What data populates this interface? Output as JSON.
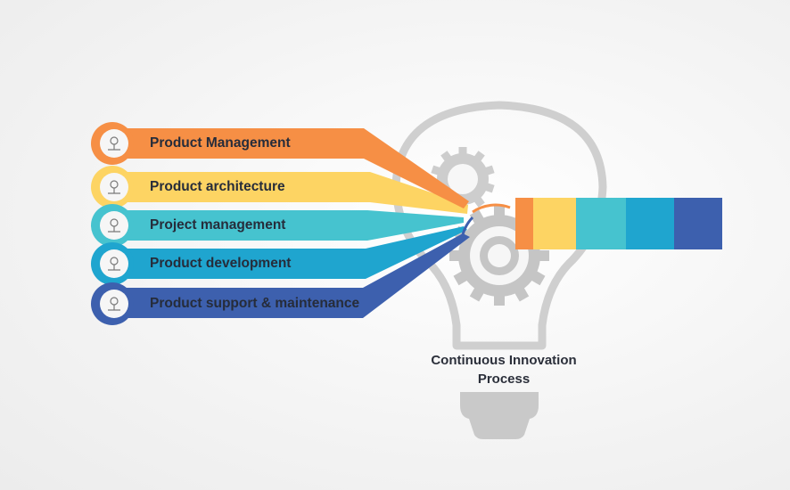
{
  "steps": [
    {
      "label": "Product Management",
      "color": "#f68f45",
      "icon": "org-chart-icon"
    },
    {
      "label": "Product architecture",
      "color": "#fdd463",
      "icon": "ruler-square-icon"
    },
    {
      "label": "Project management",
      "color": "#46c3cf",
      "icon": "manager-icon"
    },
    {
      "label": "Product development",
      "color": "#1fa5cf",
      "icon": "gears-icon"
    },
    {
      "label": "Product support & maintenance",
      "color": "#3d60ae",
      "icon": "support-person-icon"
    }
  ],
  "center": {
    "title_line1": "Continuous Innovation",
    "title_line2": "Process"
  },
  "colors": {
    "bulb_outline": "#cfcfcf",
    "gear": "#c9c9c9",
    "text": "#262c3a"
  }
}
